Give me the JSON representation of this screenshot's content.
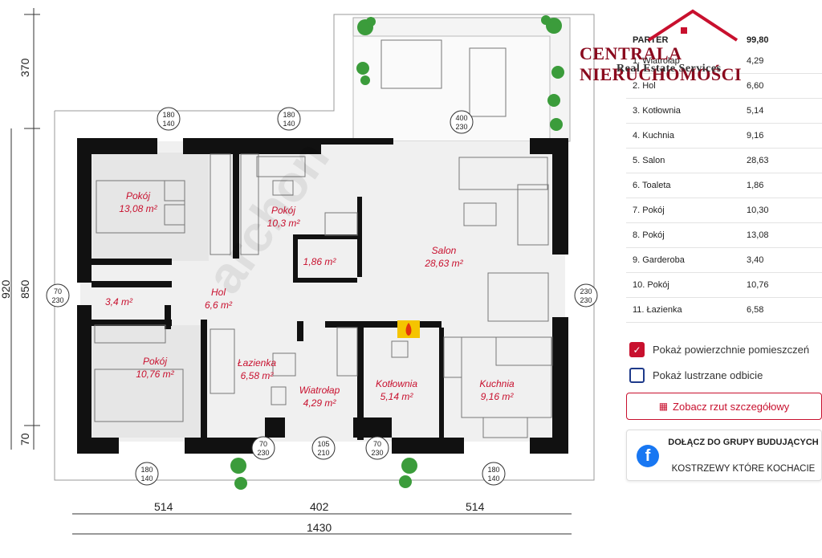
{
  "plan": {
    "rooms": [
      {
        "id": "pokoj-1",
        "name": "Pokój",
        "area": "13,08 m²"
      },
      {
        "id": "pokoj-2",
        "name": "Pokój",
        "area": "10,3 m²"
      },
      {
        "id": "toaleta",
        "name": "",
        "area": "1,86 m²"
      },
      {
        "id": "salon",
        "name": "Salon",
        "area": "28,63 m²"
      },
      {
        "id": "garderoba",
        "name": "",
        "area": "3,4 m²"
      },
      {
        "id": "hol",
        "name": "Hol",
        "area": "6,6 m²"
      },
      {
        "id": "pokoj-3",
        "name": "Pokój",
        "area": "10,76 m²"
      },
      {
        "id": "lazienka",
        "name": "Łazienka",
        "area": "6,58 m²"
      },
      {
        "id": "wiatrolap",
        "name": "Wiatrołap",
        "area": "4,29 m²"
      },
      {
        "id": "kotlownia",
        "name": "Kotłownia",
        "area": "5,14 m²"
      },
      {
        "id": "kuchnia",
        "name": "Kuchnia",
        "area": "9,16 m²"
      }
    ],
    "dims": {
      "left_top": "370",
      "left_920": "920",
      "left_850": "850",
      "left_70": "70",
      "bottom_514a": "514",
      "bottom_402": "402",
      "bottom_514b": "514",
      "bottom_1430": "1430"
    },
    "openings": [
      {
        "id": "w-top-1",
        "top": "180",
        "bottom": "140"
      },
      {
        "id": "w-top-2",
        "top": "180",
        "bottom": "140"
      },
      {
        "id": "w-top-3",
        "top": "400",
        "bottom": "230"
      },
      {
        "id": "w-left",
        "top": "70",
        "bottom": "230"
      },
      {
        "id": "w-right",
        "top": "230",
        "bottom": "230"
      },
      {
        "id": "w-bot-1",
        "top": "180",
        "bottom": "140"
      },
      {
        "id": "w-bot-2",
        "top": "70",
        "bottom": "230"
      },
      {
        "id": "w-bot-3",
        "top": "105",
        "bottom": "210"
      },
      {
        "id": "w-bot-4",
        "top": "70",
        "bottom": "230"
      },
      {
        "id": "w-bot-5",
        "top": "180",
        "bottom": "140"
      }
    ],
    "watermark": "archon"
  },
  "logo": {
    "brand": "CENTRALA NIERUCHOMOŚCI",
    "sub": "Real Estate Services",
    "brand_color": "#8a0a1e"
  },
  "table": {
    "header_name": "PARTER",
    "header_value": "99,80",
    "rows": [
      {
        "name": "1. Wiatrołap",
        "value": "4,29"
      },
      {
        "name": "2. Hol",
        "value": "6,60"
      },
      {
        "name": "3. Kotłownia",
        "value": "5,14"
      },
      {
        "name": "4. Kuchnia",
        "value": "9,16"
      },
      {
        "name": "5. Salon",
        "value": "28,63"
      },
      {
        "name": "6. Toaleta",
        "value": "1,86"
      },
      {
        "name": "7. Pokój",
        "value": "10,30"
      },
      {
        "name": "8. Pokój",
        "value": "13,08"
      },
      {
        "name": "9. Garderoba",
        "value": "3,40"
      },
      {
        "name": "10. Pokój",
        "value": "10,76"
      },
      {
        "name": "11. Łazienka",
        "value": "6,58"
      }
    ]
  },
  "options": {
    "show_area": {
      "label": "Pokaż powierzchnie pomieszczeń",
      "checked": true
    },
    "mirror": {
      "label": "Pokaż lustrzane odbicie",
      "checked": false
    }
  },
  "detail_button": {
    "label": "Zobacz rzut szczegółowy",
    "icon": "floorplan-icon"
  },
  "facebook": {
    "title": "DOŁĄCZ DO GRUPY BUDUJĄCYCH",
    "subtitle": "KOSTRZEWY KTÓRE KOCHACIE",
    "icon": "facebook-icon",
    "color": "#1877f2"
  },
  "colors": {
    "accent": "#c8102e",
    "checkbox_off": "#1e3a8a"
  }
}
